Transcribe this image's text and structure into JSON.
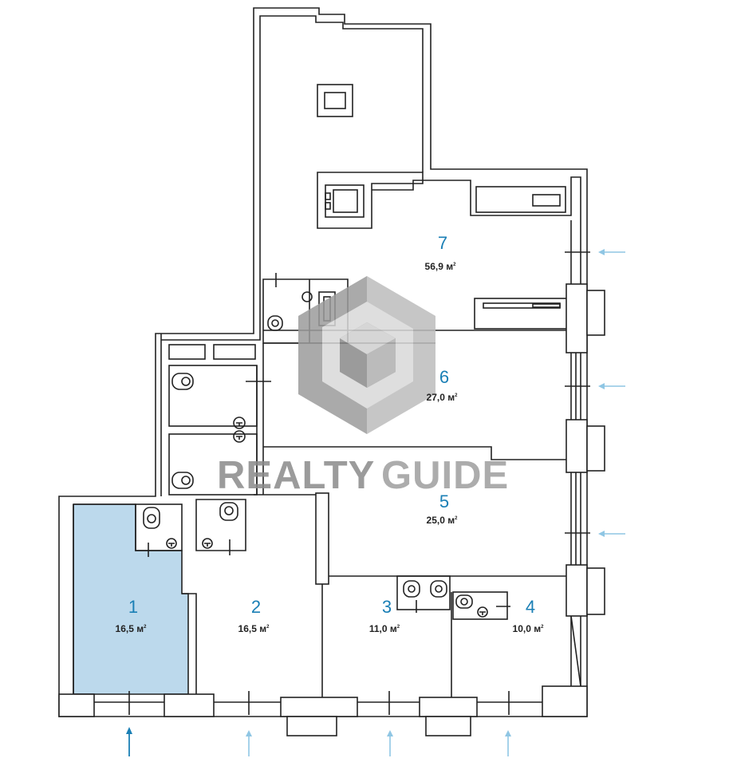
{
  "colors": {
    "selected_room_fill": "#bcd9ec",
    "room_number_color": "#1a7fb5",
    "arrow_color": "#8fc6e4",
    "selected_arrow_color": "#1a7fb5",
    "wall_color": "#222222",
    "watermark_dark": "#8a8a8a",
    "watermark_mid": "#b8b8b8",
    "watermark_light": "#dcdcdc"
  },
  "selected_room": "1",
  "rooms": [
    {
      "number": "1",
      "area": "16,5 м",
      "unit_sup": "2"
    },
    {
      "number": "2",
      "area": "16,5 м",
      "unit_sup": "2"
    },
    {
      "number": "3",
      "area": "11,0 м",
      "unit_sup": "2"
    },
    {
      "number": "4",
      "area": "10,0 м",
      "unit_sup": "2"
    },
    {
      "number": "5",
      "area": "25,0 м",
      "unit_sup": "2"
    },
    {
      "number": "6",
      "area": "27,0 м",
      "unit_sup": "2"
    },
    {
      "number": "7",
      "area": "56,9 м",
      "unit_sup": "2"
    }
  ],
  "watermark": {
    "part1": "REALTY",
    "part2": "GUIDE",
    "icon": "realtyguide-logo-icon"
  },
  "icons": {
    "entrance_arrow": "arrow-icon",
    "toilet": "toilet-icon",
    "sink": "sink-icon"
  }
}
